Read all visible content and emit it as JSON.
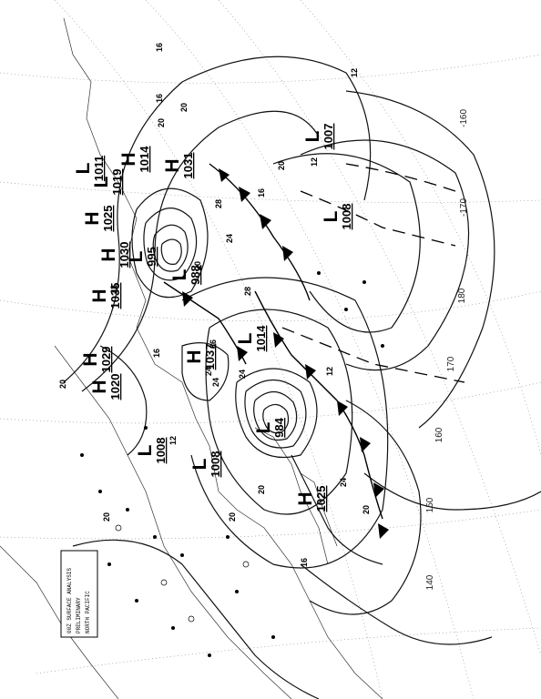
{
  "isobar_labels": [
    "20",
    "16",
    "12",
    "20",
    "24",
    "28",
    "24",
    "20",
    "16",
    "12",
    "12",
    "16",
    "20",
    "20",
    "24",
    "28",
    "32",
    "36",
    "20",
    "16",
    "20",
    "24",
    "20",
    "12",
    "16",
    "20",
    "24"
  ],
  "pressure_centers": [
    {
      "type": "H",
      "value": "1029"
    },
    {
      "type": "H",
      "value": "1035"
    },
    {
      "type": "H",
      "value": "1030"
    },
    {
      "type": "L",
      "value": "995"
    },
    {
      "type": "L",
      "value": "988"
    },
    {
      "type": "H",
      "value": "1031"
    },
    {
      "type": "L",
      "value": "1011"
    },
    {
      "type": "H",
      "value": "1025"
    },
    {
      "type": "L",
      "value": "1019"
    },
    {
      "type": "H",
      "value": "1014"
    },
    {
      "type": "H",
      "value": "1037"
    },
    {
      "type": "L",
      "value": "1014"
    },
    {
      "type": "L",
      "value": "984"
    },
    {
      "type": "L",
      "value": "1008"
    },
    {
      "type": "L",
      "value": "1008"
    },
    {
      "type": "H",
      "value": "1020"
    },
    {
      "type": "H",
      "value": "1025"
    },
    {
      "type": "L",
      "value": "1007"
    },
    {
      "type": "L",
      "value": "1008"
    }
  ],
  "longitude_labels": [
    "-160",
    "-170",
    "180",
    "170",
    "160",
    "150",
    "140"
  ],
  "legend_lines": [
    "00Z SURFACE ANALYSIS",
    "PRELIMINARY",
    "NORTH PACIFIC"
  ]
}
